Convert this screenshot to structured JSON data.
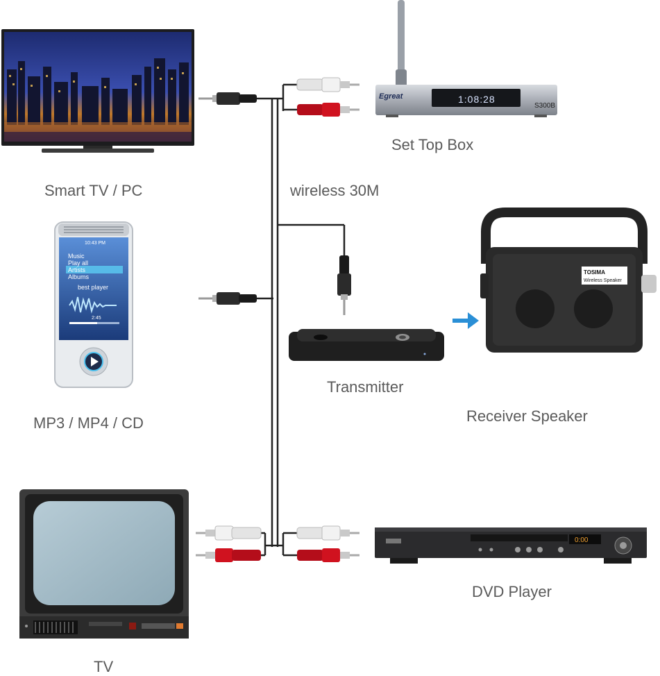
{
  "labels": {
    "smart_tv": "Smart TV / PC",
    "set_top_box": "Set Top Box",
    "wireless": "wireless 30M",
    "mp3": "MP3 / MP4 / CD",
    "transmitter": "Transmitter",
    "receiver": "Receiver Speaker",
    "dvd": "DVD Player",
    "tv": "TV"
  },
  "set_top_box": {
    "brand": "Egreat",
    "display": "1:08:28",
    "model": "S300B"
  },
  "player": {
    "time": "10:43 PM",
    "menu": [
      "Music",
      "Play all",
      "Artists",
      "Albums"
    ],
    "app": "best player",
    "elapsed": "2:45"
  },
  "speaker": {
    "brand": "TOSIMA",
    "sticker": "Wireless Speaker"
  },
  "dvd": {
    "display": "0:00"
  },
  "colors": {
    "cable": "#222222",
    "rca_red": "#c8101e",
    "rca_white": "#e8e8e8",
    "arrow": "#2a8fd6",
    "label": "#5a5a5a"
  }
}
